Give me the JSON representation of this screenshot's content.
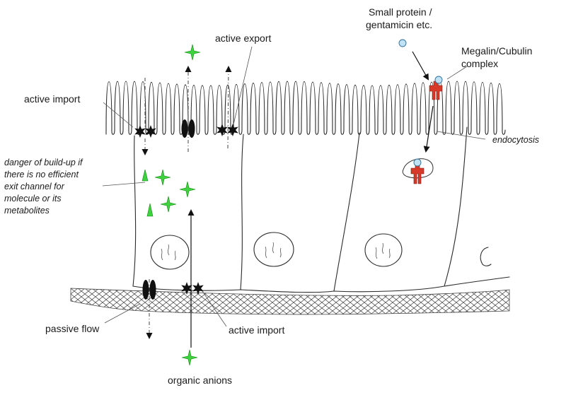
{
  "labels": {
    "small_protein": "Small protein /",
    "gentamicin": "gentamicin etc.",
    "megalin_line1": "Megalin/Cubulin",
    "megalin_line2": "complex",
    "active_export": "active export",
    "active_import_top": "active import",
    "endocytosis": "endocytosis",
    "danger_line1": "danger of build-up if",
    "danger_line2": "there is no efficient",
    "danger_line3": "exit channel for",
    "danger_line4": "molecule or its",
    "danger_line5": "metabolites",
    "passive_flow": "passive flow",
    "active_import_bottom": "active import",
    "organic_anions": "organic anions"
  },
  "colors": {
    "molecule_star": "#3fd23f",
    "transporter": "#111111",
    "receptor": "#d83a2a",
    "ligand": "#bfe3f5"
  }
}
